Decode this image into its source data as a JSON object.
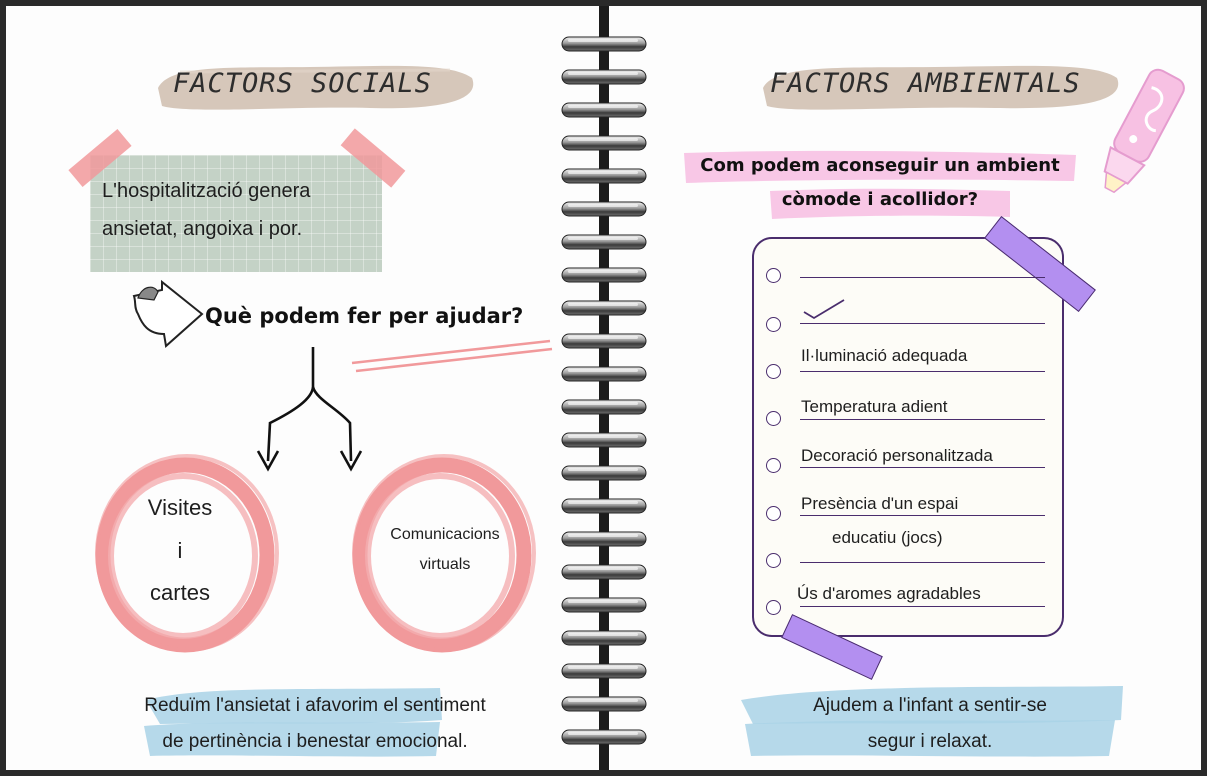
{
  "left_page": {
    "title": "FACTORS SOCIALS",
    "note_line1": "L'hospitalització genera",
    "note_line2": "ansietat, angoixa i por.",
    "question": "Què podem fer per ajudar?",
    "circle1_line1": "Visites",
    "circle1_line2": "i",
    "circle1_line3": "cartes",
    "circle2_line1": "Comunicacions",
    "circle2_line2": "virtuals",
    "conclusion_line1": "Reduïm l'ansietat i afavorim el sentiment",
    "conclusion_line2": "de pertinència i benestar emocional."
  },
  "right_page": {
    "title": "FACTORS AMBIENTALS",
    "question_line1": "Com podem aconseguir un ambient",
    "question_line2": "còmode i acollidor?",
    "checklist": [
      {
        "label": "",
        "checked": false
      },
      {
        "label": "",
        "checked": true
      },
      {
        "label": "Il·luminació adequada",
        "checked": false
      },
      {
        "label": "Temperatura adient",
        "checked": false
      },
      {
        "label": "Decoració personalitzada",
        "checked": false
      },
      {
        "label": "Presència d'un espai",
        "checked": false
      },
      {
        "label": "educatiu (jocs)",
        "checked": false
      },
      {
        "label": "Ús d'aromes agradables",
        "checked": false
      }
    ],
    "conclusion_line1": "Ajudem a l'infant a sentir-se",
    "conclusion_line2": "segur i relaxat."
  },
  "colors": {
    "beige_brush": "#d2c2b4",
    "pink": "#f1999b",
    "sage_note": "#c4d2c6",
    "lilac_tape": "#b38ff0",
    "purple_ink": "#4a2d6d",
    "blue_brush": "#a9d2e6",
    "highlight_pink": "#f7c1e3"
  },
  "icons": [
    "arrow-right-icon",
    "branch-arrows-icon",
    "highlighter-icon",
    "checkmark-icon",
    "spiral-binding-icon"
  ]
}
